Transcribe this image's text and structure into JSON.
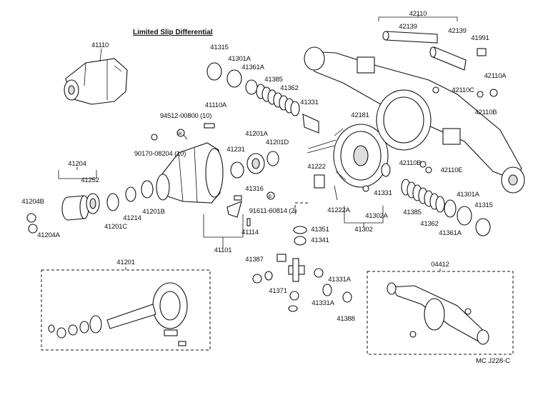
{
  "title": "Limited Slip Differential",
  "figure_code": "MC J228-C",
  "labels": {
    "l41110": "41110",
    "l41315a": "41315",
    "l41301Aa": "41301A",
    "l41361Aa": "41361A",
    "l41385a": "41385",
    "l41362a": "41362",
    "l41331": "41331",
    "l41110A": "41110A",
    "l94512": "94512-00800 (10)",
    "l90170": "90170-08204 (10)",
    "l41231": "41231",
    "l41201A": "41201A",
    "l41201D": "41201D",
    "l41204": "41204",
    "l41252": "41252",
    "l41204B": "41204B",
    "l41204A": "41204A",
    "l41201C": "41201C",
    "l41214": "41214",
    "l41201B": "41201B",
    "l41316": "41316",
    "l91611": "91611-60814 (2)",
    "l41114": "41114",
    "l41101": "41101",
    "l41222": "41222",
    "l41222A": "41222A",
    "l41351": "41351",
    "l41341": "41341",
    "l41331b": "41331",
    "l41302A": "41302A",
    "l41302": "41302",
    "l42110": "42110",
    "l42139a": "42139",
    "l42139b": "42139",
    "l41991": "41991",
    "l42110A": "42110A",
    "l42110C": "42110C",
    "l42110B": "42110B",
    "l42181": "42181",
    "l42110Bb": "42110B",
    "l42110E": "42110E",
    "l41301Ab": "41301A",
    "l41315b": "41315",
    "l41385b": "41385",
    "l41362b": "41362",
    "l41361Ab": "41361A",
    "l41387": "41387",
    "l41371": "41371",
    "l41331A": "41331A",
    "l41331Ab": "41331A",
    "l41388": "41388",
    "l41201": "41201",
    "l04412": "04412"
  },
  "icons": [
    "circled-w-icon",
    "circled-b-icon"
  ]
}
